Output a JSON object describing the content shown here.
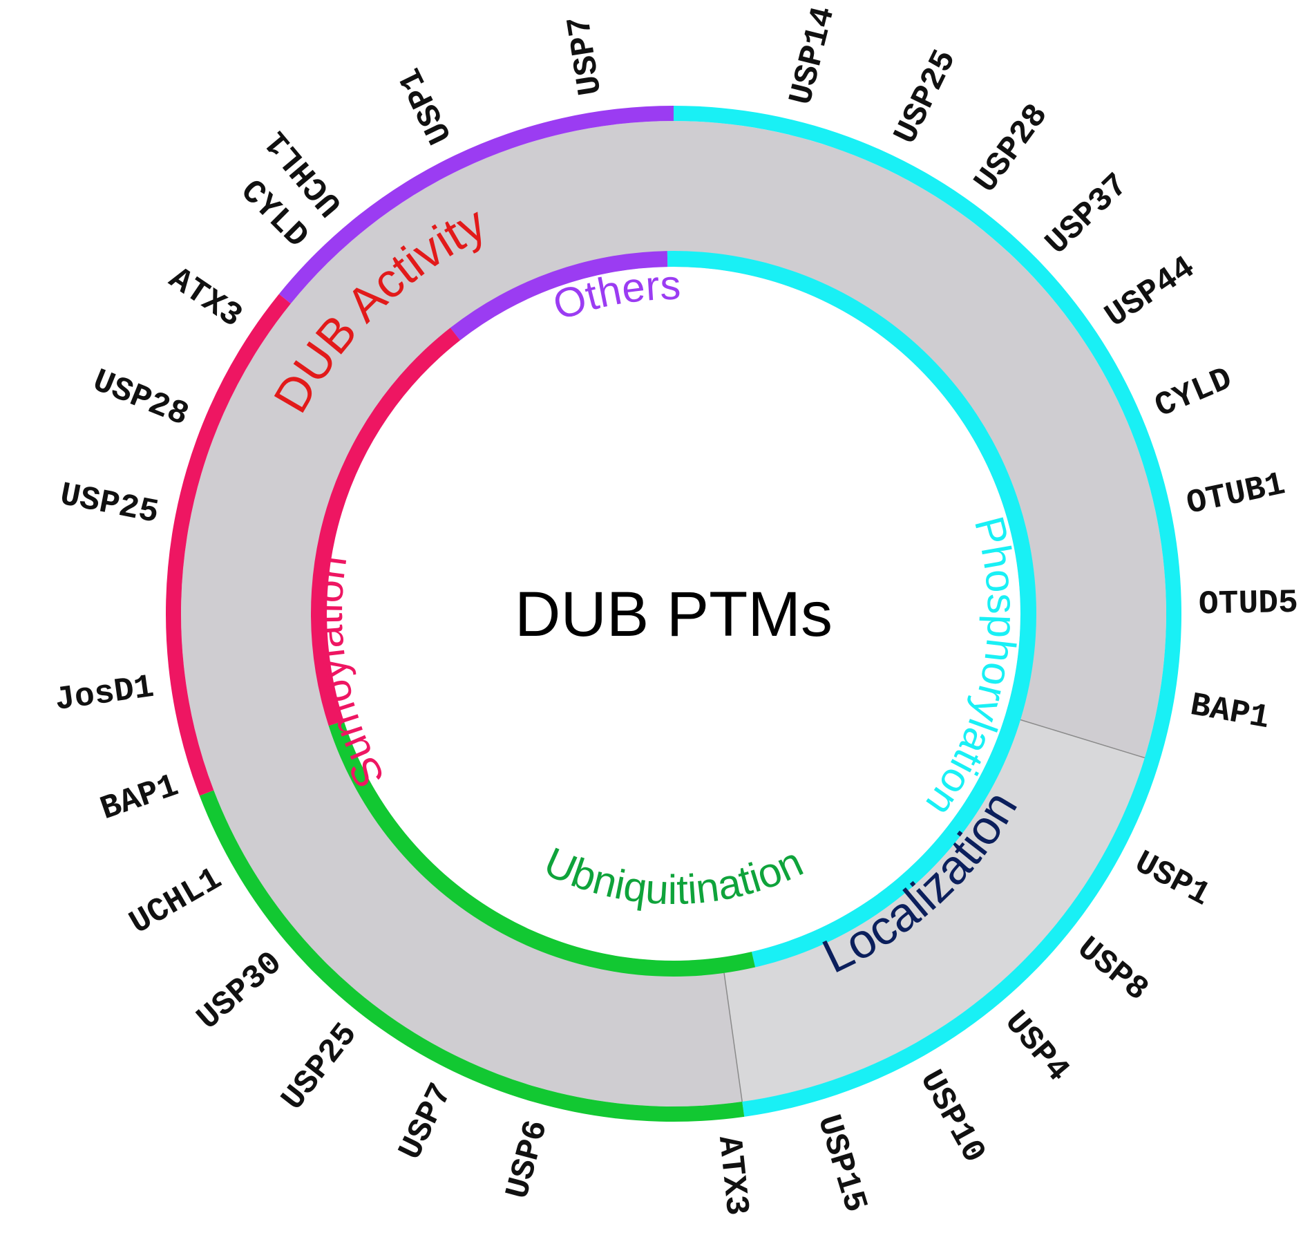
{
  "title": "DUB PTMs",
  "categories": [
    {
      "key": "others",
      "label": "Others",
      "color": "#9b3cf2"
    },
    {
      "key": "phosphorylation",
      "label": "Phosphorylation",
      "color": "#19f0f5"
    },
    {
      "key": "ubiquitination",
      "label": "Ubniquitination",
      "color": "#12c832"
    },
    {
      "key": "sumoylation",
      "label": "Sumoylation",
      "color": "#ee1662"
    }
  ],
  "effects": [
    {
      "key": "dub-activity",
      "label": "DUB Activity",
      "color": "#e21a1a"
    },
    {
      "key": "localization",
      "label": "Localization",
      "color": "#0b1f5c"
    }
  ],
  "outer_ring": {
    "others": [
      "UCHL1",
      "USP1",
      "USP7"
    ],
    "phosphorylation": [
      "USP14",
      "USP25",
      "USP28",
      "USP37",
      "USP44",
      "CYLD",
      "OTUB1",
      "OTUD5",
      "BAP1",
      "USP1",
      "USP8",
      "USP4",
      "USP10",
      "USP15",
      "ATX3"
    ],
    "ubiquitination": [
      "USP6",
      "USP7",
      "USP25",
      "USP30",
      "UCHL1",
      "BAP1",
      "JosD1"
    ],
    "sumoylation": [
      "USP25",
      "USP28",
      "ATX3",
      "CYLD"
    ]
  },
  "colors": {
    "ring_fill": "#cfcdd1",
    "localization_fill": "#d8d8da",
    "divider": "#8a8a8a"
  }
}
